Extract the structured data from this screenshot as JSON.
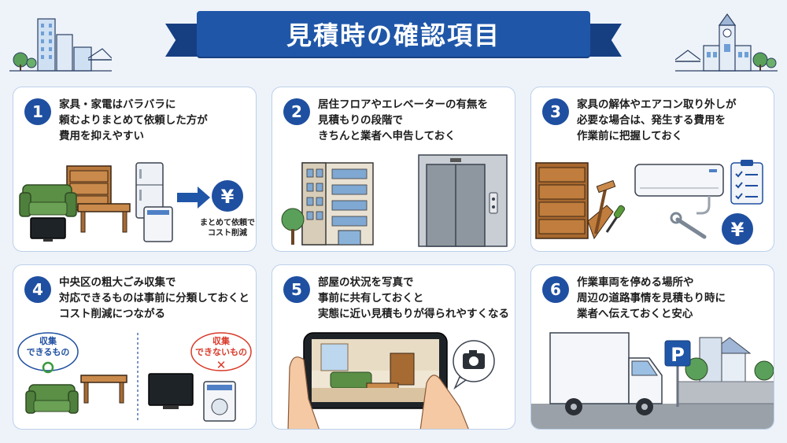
{
  "header": {
    "title": "見積時の確認項目"
  },
  "colors": {
    "accent": "#1f56a8",
    "badge": "#1f4fa0",
    "ok": "#3a9a3a",
    "ng": "#d93a2a"
  },
  "cards": [
    {
      "number": "1",
      "lines": [
        "家具・家電はバラバラに",
        "頼むよりまとめて依頼した方が",
        "費用を抑えやすい"
      ],
      "yen": "¥",
      "caption_lines": [
        "まとめて依頼で",
        "コスト削減"
      ]
    },
    {
      "number": "2",
      "lines": [
        "居住フロアやエレベーターの有無を",
        "見積もりの段階で",
        "きちんと業者へ申告しておく"
      ]
    },
    {
      "number": "3",
      "lines": [
        "家具の解体やエアコン取り外しが",
        "必要な場合は、発生する費用を",
        "作業前に把握しておく"
      ],
      "yen": "¥"
    },
    {
      "number": "4",
      "lines": [
        "中央区の粗大ごみ収集で",
        "対応できるものは事前に分類しておくと",
        "コスト削減につながる"
      ],
      "ok_label_lines": [
        "収集",
        "できるもの"
      ],
      "ok_mark": "○",
      "ng_label_lines": [
        "収集",
        "できないもの"
      ],
      "ng_mark": "✕"
    },
    {
      "number": "5",
      "lines": [
        "部屋の状況を写真で",
        "事前に共有しておくと",
        "実態に近い見積もりが得られやすくなる"
      ]
    },
    {
      "number": "6",
      "lines": [
        "作業車両を停める場所や",
        "周辺の道路事情を見積もり時に",
        "業者へ伝えておくと安心"
      ],
      "parking_sign": "P"
    }
  ]
}
